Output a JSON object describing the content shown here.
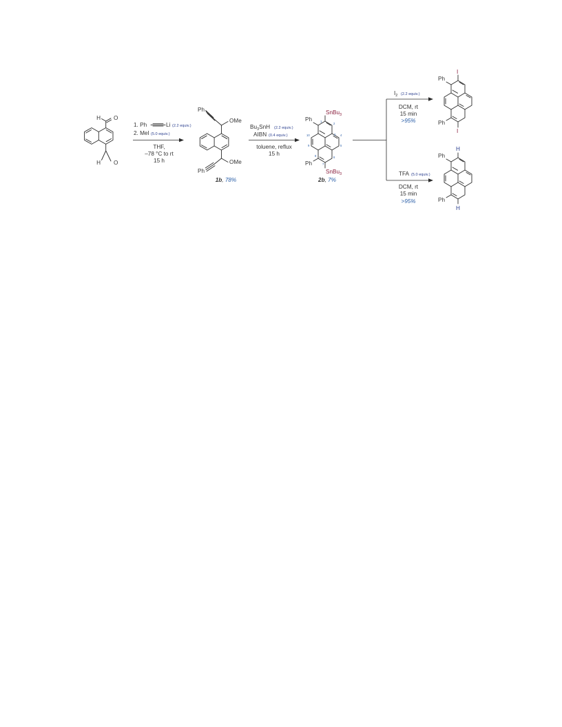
{
  "start": {
    "cho_top": "H",
    "cho_bottom": "H",
    "o_top": "O",
    "o_bottom": "O"
  },
  "step1": {
    "line1_prefix": "1. Ph",
    "line1_li": "Li",
    "line1_equiv": "(2.2 equiv.)",
    "line2_prefix": "2. MeI",
    "line2_equiv": "(5.0 equiv.)",
    "solvent": "THF,",
    "temp": "–78 °C to rt",
    "time": "15 h"
  },
  "compound_1b": {
    "ph_top": "Ph",
    "ph_bottom": "Ph",
    "ome_top": "OMe",
    "ome_bottom": "OMe",
    "label": "1b",
    "yield": "78%"
  },
  "step2": {
    "reagent1_bu": "Bu",
    "reagent1_sub": "3",
    "reagent1_rest": "SnH",
    "reagent1_equiv": "(2.2 equiv.)",
    "reagent2": "AIBN",
    "reagent2_equiv": "(0.4 equiv.)",
    "solvent": "toluene, reflux",
    "time": "15 h"
  },
  "compound_2b": {
    "ph_top": "Ph",
    "ph_bottom": "Ph",
    "sn_top": "SnBu",
    "sn_top_sub": "3",
    "sn_bottom": "SnBu",
    "sn_bottom_sub": "3",
    "label": "2b",
    "yield": "7%",
    "positions": [
      "1",
      "2",
      "3",
      "4",
      "5",
      "6",
      "7",
      "8",
      "9",
      "10"
    ]
  },
  "branch_top": {
    "reagent": "I",
    "reagent_sub": "2",
    "equiv": "(2.2 equiv.)",
    "cond1": "DCM, rt",
    "cond2": "15 min",
    "yield": ">95%"
  },
  "branch_bottom": {
    "reagent": "TFA",
    "equiv": "(5.0 equiv.)",
    "cond1": "DCM, rt",
    "cond2": "15 min",
    "yield": ">95%"
  },
  "product_iodo": {
    "ph_top": "Ph",
    "ph_bottom": "Ph",
    "i_top": "I",
    "i_bottom": "I"
  },
  "product_h": {
    "ph_top": "Ph",
    "ph_bottom": "Ph",
    "h_top": "H",
    "h_bottom": "H"
  },
  "colors": {
    "iodine": "#8a1f3d",
    "tin": "#8a1f3d",
    "yield": "#2b5fa8",
    "equiv": "#2b3f8f",
    "hydrogen": "#2b3f8f"
  }
}
